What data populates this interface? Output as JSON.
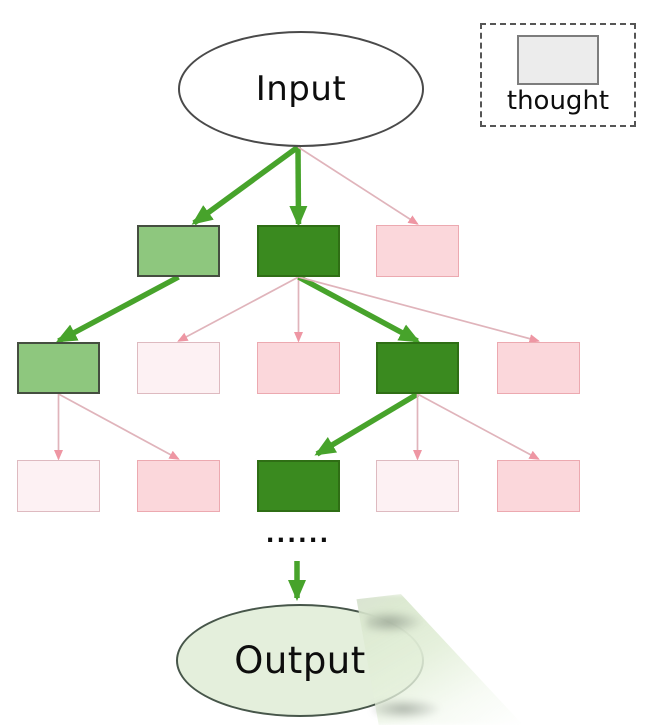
{
  "labels": {
    "input": "Input",
    "output": "Output",
    "legend": "thought",
    "ellipsis": "......"
  },
  "colors": {
    "ink": "#0d0d0d",
    "input_fill": "#ffffff",
    "ellipse_border": "#4a4a4a",
    "output_fill": "#e4efdc",
    "output_border": "#47564a",
    "legend_fill": "#ececec",
    "legend_inner_border": "#7d7d7d",
    "legend_outer_border": "#565656",
    "green_dark": "#3a8a1f",
    "green_dark_border": "#2f6e15",
    "green_light": "#8ec77e",
    "green_light_border": "#454e40",
    "pink": "#fbd7db",
    "pink_border": "#eca9b0",
    "pink_faint": "#fdf1f3",
    "pink_faint_border": "#debac0",
    "arrow_green": "#47a32b",
    "arrow_pink": "#e0b4bb",
    "arrow_pink_head": "#ee96a3",
    "smear": "#dce9d1"
  },
  "tree": {
    "nodes": [
      {
        "id": "t1-1",
        "row": 0,
        "col": 1,
        "shade": "light-green"
      },
      {
        "id": "t1-2",
        "row": 0,
        "col": 2,
        "shade": "dark-green"
      },
      {
        "id": "t1-3",
        "row": 0,
        "col": 3,
        "shade": "pink"
      },
      {
        "id": "t2-1",
        "row": 1,
        "col": 0,
        "shade": "light-green"
      },
      {
        "id": "t2-2",
        "row": 1,
        "col": 1,
        "shade": "faint-pink"
      },
      {
        "id": "t2-3",
        "row": 1,
        "col": 2,
        "shade": "pink"
      },
      {
        "id": "t2-4",
        "row": 1,
        "col": 3,
        "shade": "dark-green"
      },
      {
        "id": "t2-5",
        "row": 1,
        "col": 4,
        "shade": "pink"
      },
      {
        "id": "t3-1",
        "row": 2,
        "col": 0,
        "shade": "faint-pink"
      },
      {
        "id": "t3-2",
        "row": 2,
        "col": 1,
        "shade": "pink"
      },
      {
        "id": "t3-3",
        "row": 2,
        "col": 2,
        "shade": "dark-green"
      },
      {
        "id": "t3-4",
        "row": 2,
        "col": 3,
        "shade": "faint-pink"
      },
      {
        "id": "t3-5",
        "row": 2,
        "col": 4,
        "shade": "pink"
      }
    ],
    "edges": [
      {
        "from": "input",
        "to": "t1-1",
        "style": "strong"
      },
      {
        "from": "input",
        "to": "t1-2",
        "style": "strong"
      },
      {
        "from": "input",
        "to": "t1-3",
        "style": "weak"
      },
      {
        "from": "t1-1",
        "to": "t2-1",
        "style": "strong"
      },
      {
        "from": "t1-2",
        "to": "t2-2",
        "style": "weak"
      },
      {
        "from": "t1-2",
        "to": "t2-3",
        "style": "weak"
      },
      {
        "from": "t1-2",
        "to": "t2-4",
        "style": "strong"
      },
      {
        "from": "t1-2",
        "to": "t2-5",
        "style": "weak"
      },
      {
        "from": "t2-1",
        "to": "t3-1",
        "style": "weak"
      },
      {
        "from": "t2-1",
        "to": "t3-2",
        "style": "weak"
      },
      {
        "from": "t2-4",
        "to": "t3-3",
        "style": "strong"
      },
      {
        "from": "t2-4",
        "to": "t3-4",
        "style": "weak"
      },
      {
        "from": "t2-4",
        "to": "t3-5",
        "style": "weak"
      },
      {
        "from": "dots",
        "to": "output",
        "style": "strong"
      }
    ]
  }
}
